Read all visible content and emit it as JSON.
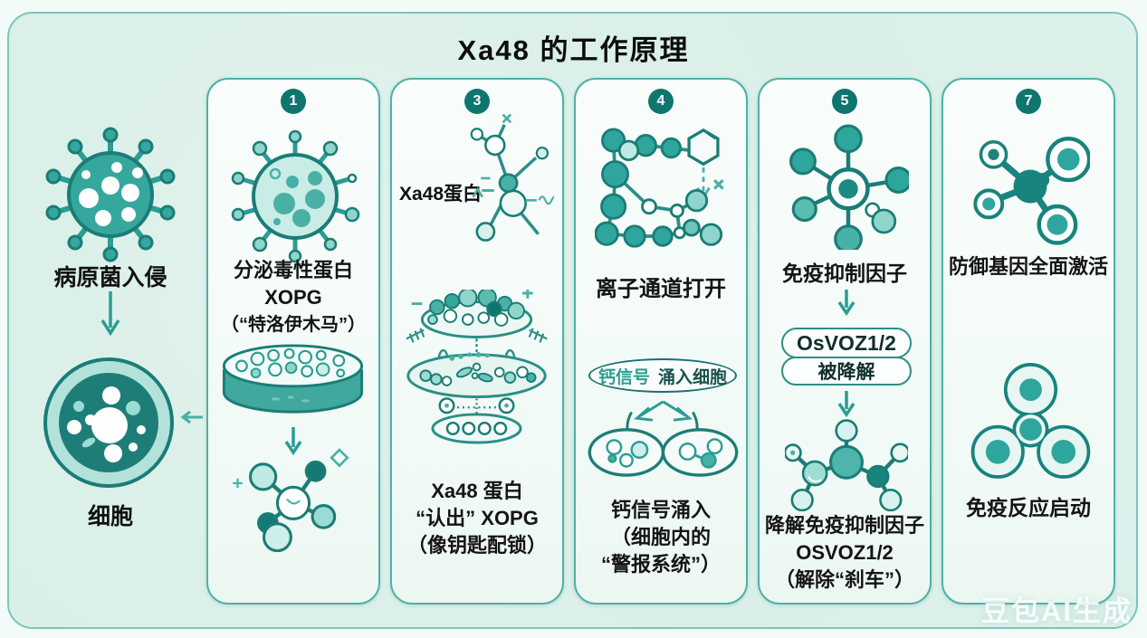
{
  "title": "Xa48 的工作原理",
  "watermark": "豆包AI生成",
  "left": {
    "pathogen_label": "病原菌入侵",
    "cell_label": "细胞"
  },
  "panels": [
    {
      "number": "1",
      "caption": [
        "分泌毒性蛋白",
        "XOPG",
        "（“特洛伊木马”）"
      ]
    },
    {
      "number": "3",
      "molecule_label": "Xa48蛋白",
      "caption": [
        "Xa48 蛋白",
        "“认出” XOPG",
        "（像钥匙配锁）"
      ]
    },
    {
      "number": "4",
      "top_caption": "离子通道打开",
      "pill_part1": "钙信号",
      "pill_part2": "涌入细胞",
      "caption": [
        "钙信号涌入",
        "（细胞内的",
        "“警报系统”）"
      ]
    },
    {
      "number": "5",
      "top_caption": "免疫抑制因子",
      "pill1": "OsVOZ1/2",
      "pill2": "被降解",
      "caption": [
        "降解免疫抑制因子",
        "OSVOZ1/2",
        "（解除“刹车”）"
      ]
    },
    {
      "number": "7",
      "top_caption": "防御基因全面激活",
      "bottom_caption": "免疫反应启动"
    }
  ],
  "colors": {
    "stroke_dark": "#1a7d76",
    "teal_mid": "#35a79d",
    "teal_light": "#a6ded6",
    "frame_bg": "#dcf0ea",
    "panel_border": "#4fb1a7",
    "badge_bg": "#0e756f"
  }
}
